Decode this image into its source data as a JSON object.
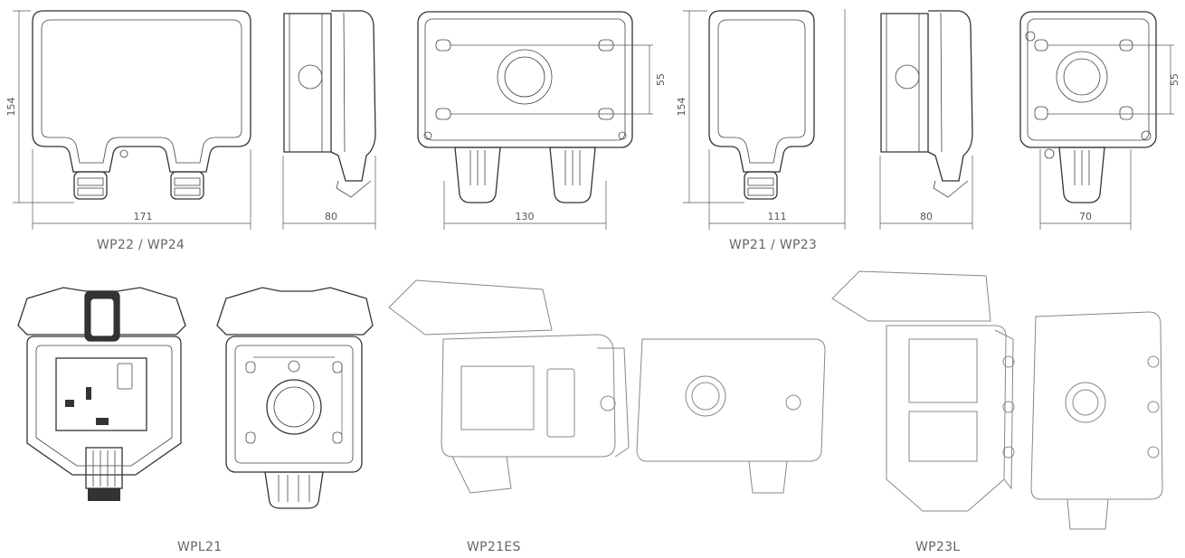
{
  "groups": {
    "wp22_24": {
      "label": "WP22 / WP24"
    },
    "wp21_23": {
      "label": "WP21 / WP23"
    }
  },
  "dimensions": {
    "wp22_height": "154",
    "wp22_width": "171",
    "wp22_side_depth": "80",
    "wp22_back_width": "130",
    "wp22_back_hole": "55",
    "wp21_height": "154",
    "wp21_width": "111",
    "wp21_side_depth": "80",
    "wp21_back_width": "70",
    "wp21_back_hole": "55"
  },
  "products": {
    "wpl21": {
      "label": "WPL21"
    },
    "wp21es": {
      "label": "WP21ES"
    },
    "wp23l": {
      "label": "WP23L"
    }
  }
}
